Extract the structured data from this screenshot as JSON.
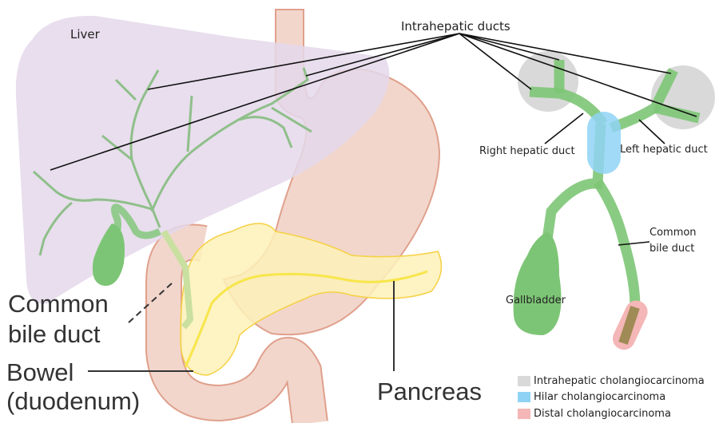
{
  "labels": {
    "liver": "Liver",
    "intrahepatic_ducts": "Intrahepatic ducts",
    "right_hepatic_duct": "Right hepatic duct",
    "left_hepatic_duct": "Left hepatic duct",
    "common_bile_duct_small_1": "Common",
    "common_bile_duct_small_2": "bile duct",
    "gallbladder": "Gallbladder",
    "common_bile_duct_big_1": "Common",
    "common_bile_duct_big_2": "bile duct",
    "bowel_1": "Bowel",
    "bowel_2": "(duodenum)",
    "pancreas": "Pancreas"
  },
  "legend": [
    {
      "label": "Intrahepatic cholangiocarcinoma",
      "color": "#d9d9d9"
    },
    {
      "label": "Hilar cholangiocarcinoma",
      "color": "#8fd3f4"
    },
    {
      "label": "Distal cholangiocarcinoma",
      "color": "#f4b6b6"
    }
  ],
  "colors": {
    "liver": "#e7dceb",
    "duct": "#7dc576",
    "stomach": "#f2d6cc",
    "pancreas": "#fdf1b8"
  }
}
